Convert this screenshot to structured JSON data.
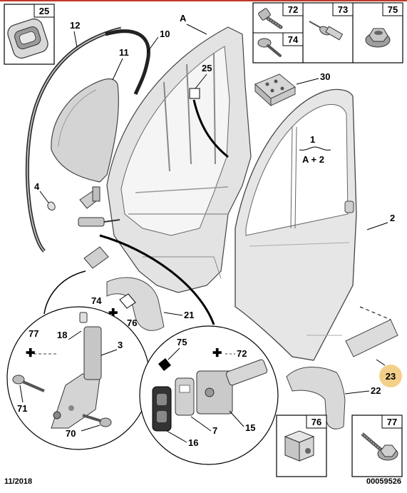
{
  "diagram": {
    "date_code": "11/2018",
    "ref_number": "00059526",
    "group_label": {
      "number": "1",
      "formula": "A + 2"
    },
    "letter_a": "A",
    "highlight_color": "#f3d08a",
    "callouts": {
      "c2": "2",
      "c3": "3",
      "c4": "4",
      "c7": "7",
      "c10": "10",
      "c11": "11",
      "c12": "12",
      "c15": "15",
      "c16": "16",
      "c18": "18",
      "c21": "21",
      "c22": "22",
      "c23": "23",
      "c25_door": "25",
      "c25_box": "25",
      "c30": "30",
      "c70": "70",
      "c71": "71",
      "c72_box": "72",
      "c72_detail": "72",
      "c73": "73",
      "c74_box": "74",
      "c74_arch": "74",
      "c75_box": "75",
      "c75_detail": "75",
      "c76_box": "76",
      "c76_arch": "76",
      "c77_box": "77",
      "c77_detail": "77"
    }
  }
}
